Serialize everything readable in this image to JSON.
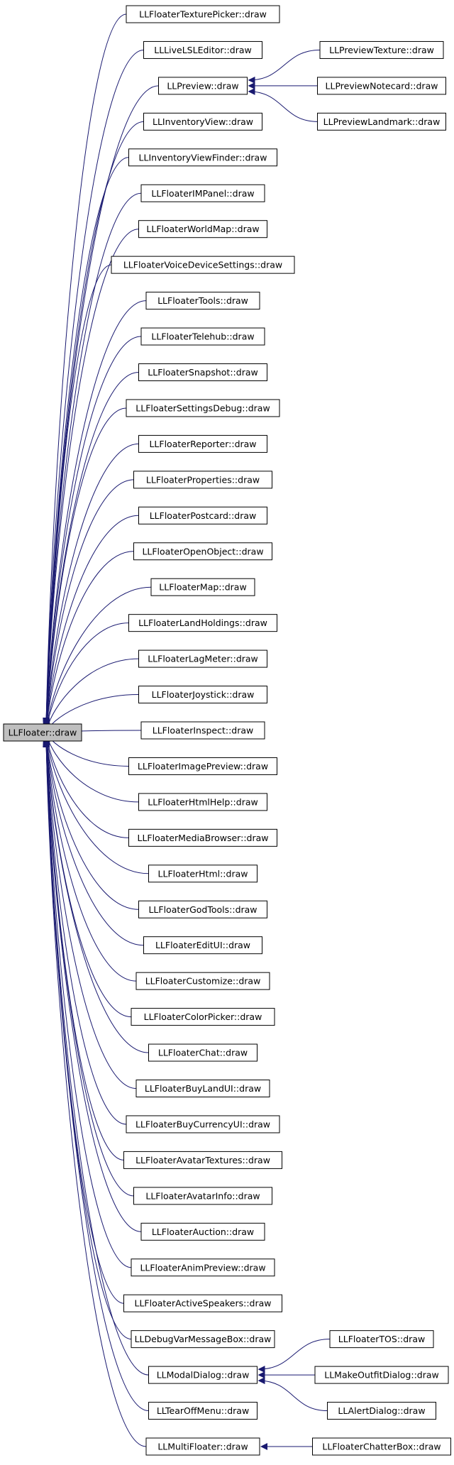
{
  "colors": {
    "edge": "#191970",
    "node_border": "#000000",
    "node_fill": "#ffffff",
    "root_fill": "#bfbfbf"
  },
  "root": "LLFloater::draw",
  "nodes": [
    "LLFloaterTexturePicker::draw",
    "LLLiveLSLEditor::draw",
    "LLPreview::draw",
    "LLInventoryView::draw",
    "LLInventoryViewFinder::draw",
    "LLFloaterIMPanel::draw",
    "LLFloaterWorldMap::draw",
    "LLFloaterVoiceDeviceSettings::draw",
    "LLFloaterTools::draw",
    "LLFloaterTelehub::draw",
    "LLFloaterSnapshot::draw",
    "LLFloaterSettingsDebug::draw",
    "LLFloaterReporter::draw",
    "LLFloaterProperties::draw",
    "LLFloaterPostcard::draw",
    "LLFloaterOpenObject::draw",
    "LLFloaterMap::draw",
    "LLFloaterLandHoldings::draw",
    "LLFloaterLagMeter::draw",
    "LLFloaterJoystick::draw",
    "LLFloaterInspect::draw",
    "LLFloaterImagePreview::draw",
    "LLFloaterHtmlHelp::draw",
    "LLFloaterMediaBrowser::draw",
    "LLFloaterHtml::draw",
    "LLFloaterGodTools::draw",
    "LLFloaterEditUI::draw",
    "LLFloaterCustomize::draw",
    "LLFloaterColorPicker::draw",
    "LLFloaterChat::draw",
    "LLFloaterBuyLandUI::draw",
    "LLFloaterBuyCurrencyUI::draw",
    "LLFloaterAvatarTextures::draw",
    "LLFloaterAvatarInfo::draw",
    "LLFloaterAuction::draw",
    "LLFloaterAnimPreview::draw",
    "LLFloaterActiveSpeakers::draw",
    "LLDebugVarMessageBox::draw",
    "LLModalDialog::draw",
    "LLTearOffMenu::draw",
    "LLMultiFloater::draw"
  ],
  "subgroups": [
    {
      "parent": "LLPreview::draw",
      "children": [
        "LLPreviewTexture::draw",
        "LLPreviewNotecard::draw",
        "LLPreviewLandmark::draw"
      ]
    },
    {
      "parent": "LLModalDialog::draw",
      "children": [
        "LLFloaterTOS::draw",
        "LLMakeOutfitDialog::draw",
        "LLAlertDialog::draw"
      ]
    },
    {
      "parent": "LLMultiFloater::draw",
      "children": [
        "LLFloaterChatterBox::draw"
      ]
    }
  ]
}
